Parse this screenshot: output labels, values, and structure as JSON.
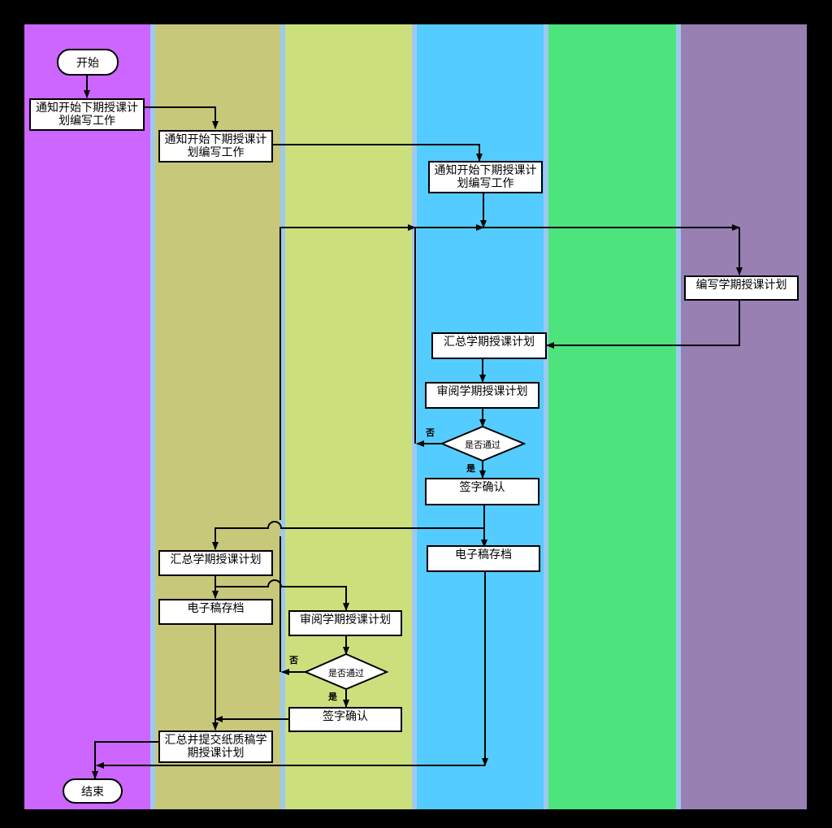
{
  "lanes": [
    {
      "color": "#cc66ff"
    },
    {
      "color": "#c8c87a"
    },
    {
      "color": "#cbe07d"
    },
    {
      "color": "#55ccff"
    },
    {
      "color": "#4de37d"
    },
    {
      "color": "#9880b3"
    }
  ],
  "nodes": {
    "start": "开始",
    "end": "结束",
    "notify_1": "通知开始下期授课计划编写工作",
    "notify_2": "通知开始下期授课计划编写工作",
    "notify_3": "通知开始下期授课计划编写工作",
    "write_plan": "编写学期授课计划",
    "summarize_plan_1": "汇总学期授课计划",
    "review_plan_1": "审阅学期授课计划",
    "decision_1": "是否通过",
    "sign_confirm_1": "签字确认",
    "archive_electronic_1": "电子稿存档",
    "summarize_plan_2": "汇总学期授课计划",
    "archive_electronic_2": "电子稿存档",
    "review_plan_2": "审阅学期授课计划",
    "decision_2": "是否通过",
    "sign_confirm_2": "签字确认",
    "submit_paper": "汇总并提交纸质稿学期授课计划"
  },
  "labels": {
    "no_1": "否",
    "yes_1": "是",
    "no_2": "否",
    "yes_2": "是"
  }
}
